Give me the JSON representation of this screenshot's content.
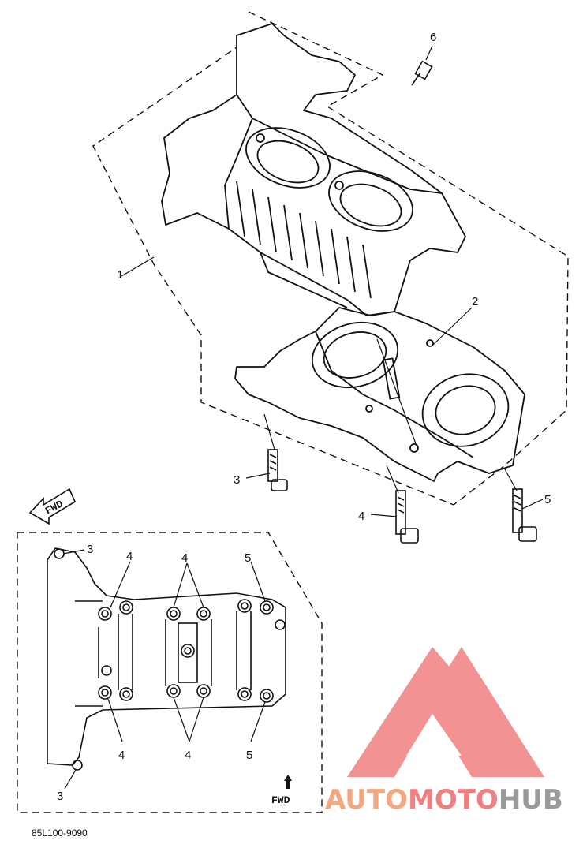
{
  "callouts": {
    "c1": "1",
    "c2": "2",
    "c3": "3",
    "c4": "4",
    "c5": "5",
    "c6": "6"
  },
  "inset_labels": {
    "tl3": "3",
    "t4a": "4",
    "t4b": "4",
    "t5": "5",
    "b4a": "4",
    "b4b": "4",
    "b5": "5",
    "bl3": "3"
  },
  "forward_labels": {
    "arrow": "FWD",
    "inset": "FWD"
  },
  "drawing_code": "85L100-9090",
  "watermark": {
    "part1": "AUTO",
    "part2": "MOTO",
    "part3": "HUB",
    "color1": "#f4a882",
    "color2": "#f07f7f",
    "color3": "#9a9a9a",
    "logo_color": "#f07f7f"
  }
}
